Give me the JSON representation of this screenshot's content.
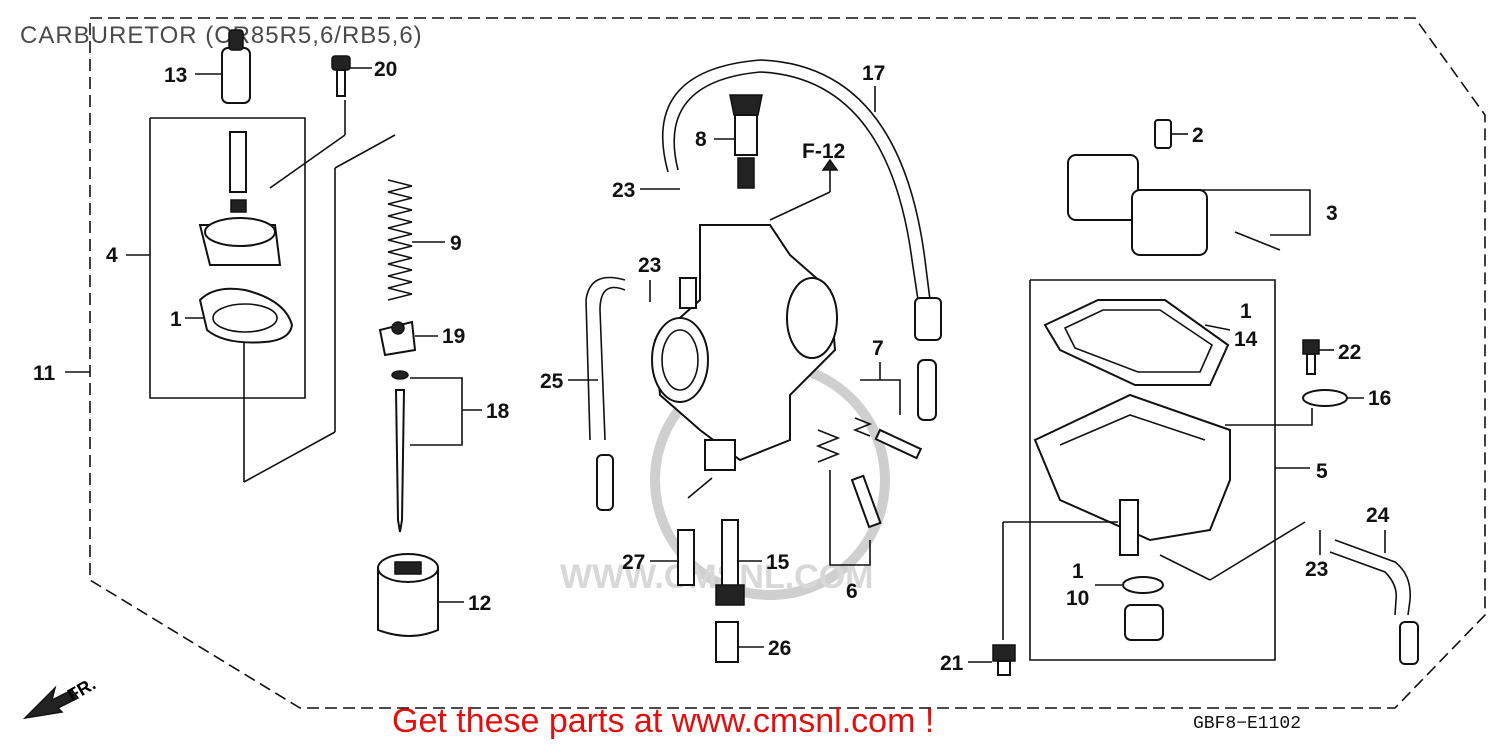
{
  "title": "CARBURETOR (CR85R5,6/RB5,6)",
  "promo_text": "Get these parts at www.cmsnl.com !",
  "diagram_code": "GBF8−E1102",
  "ref_label": "F-12",
  "front_label": "FR.",
  "watermark": "WWW.CMSNL.COM",
  "callouts": [
    "13",
    "20",
    "4",
    "1",
    "9",
    "19",
    "11",
    "18",
    "12",
    "17",
    "8",
    "23",
    "23",
    "25",
    "27",
    "15",
    "26",
    "7",
    "6",
    "2",
    "3",
    "1",
    "14",
    "22",
    "16",
    "5",
    "24",
    "23",
    "1",
    "10",
    "21"
  ]
}
